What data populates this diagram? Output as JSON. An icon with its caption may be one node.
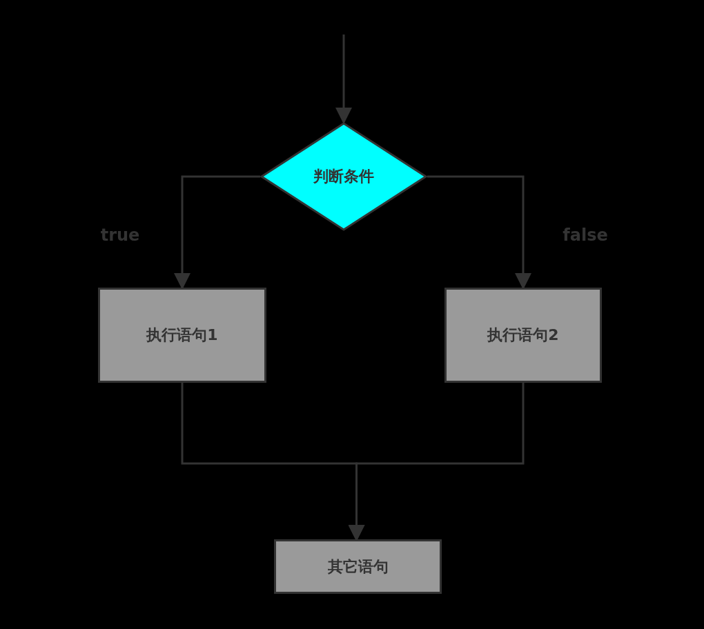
{
  "diagram": {
    "nodes": [
      {
        "text": [
          "判断条件"
        ]
      },
      {
        "text": [
          "执行语句1"
        ]
      },
      {
        "text": [
          "执行语句2"
        ]
      },
      {
        "text": [
          "其它语句"
        ]
      }
    ],
    "edges": [
      {
        "from": null,
        "to": 0,
        "arrow": "to"
      },
      {
        "from": 0,
        "to": 1,
        "arrow": "to",
        "label": "true"
      },
      {
        "from": 0,
        "to": 2,
        "arrow": "to",
        "label": "false"
      },
      {
        "from": 1,
        "to": 3,
        "arrow": "to"
      },
      {
        "from": 2,
        "to": 3,
        "arrow": "to"
      }
    ]
  }
}
